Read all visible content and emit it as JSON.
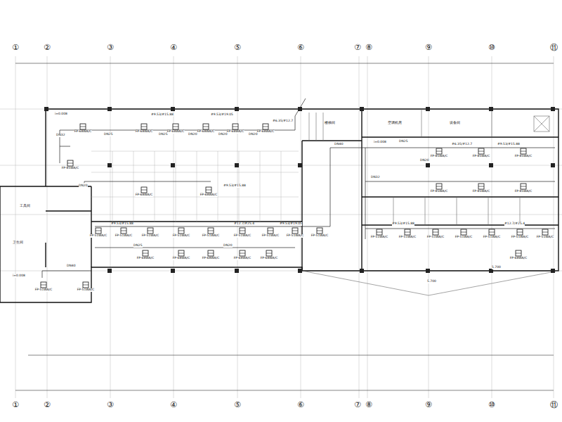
{
  "diagram": {
    "labels": [
      "①",
      "②",
      "③",
      "④",
      "⑤",
      "⑥",
      "⑦",
      "⑧",
      "⑨",
      "⑩",
      "⑪",
      "①",
      "②",
      "③",
      "④",
      "⑤",
      "⑥",
      "⑦",
      "⑧",
      "⑨",
      "⑩",
      "⑪",
      "FP-68WA/C",
      "FP-68WA/C",
      "FP-68WA/C",
      "FP-68WA/C",
      "FP-68WA/C",
      "FP-68WA/C",
      "FP-85WA/C",
      "FP-68WA/C",
      "FP-68WA/C",
      "FP-51WA/C",
      "FP-51WA/C",
      "FP-51WA/C",
      "FP-51WA/C",
      "FP-51WA/C",
      "FP-51WA/C",
      "FP-51WA/C",
      "FP-51WA/C",
      "FP-51WA/C",
      "FP-68WA/C",
      "FP-68WA/C",
      "FP-68WA/C",
      "FP-68WA/C",
      "FP-68WA/C",
      "FP-51WA/C",
      "FP-51WA/C",
      "FP-85WA/C",
      "FP-85WA/C",
      "FP-85WA/C",
      "FP-85WA/C",
      "FP-85WA/C",
      "FP-85WA/C",
      "FP-51WA/C",
      "FP-51WA/C",
      "FP-51WA/C",
      "FP-51WA/C",
      "FP-51WA/C",
      "FP-51WA/C",
      "FP-51WA/C",
      "FP-68WA/C",
      "i=0.008",
      "DN32",
      "DN25",
      "DN25",
      "DN20",
      "DN20",
      "DN20",
      "#9.53/#15.88",
      "#9.53/#19.05",
      "#6.35/#12.7",
      "#9.53/#15.88",
      "DN20",
      "#9.53/#15.88",
      "#12.7/#25.4",
      "#9.53/#19.05",
      "DN25",
      "DN20",
      "i=0.008",
      "DN25",
      "DN20",
      "#6.35/#12.7",
      "#9.53/#15.88",
      "DN32",
      "#12.7/#25.4",
      "#9.53/#15.88",
      "DN40",
      "i=0.008",
      "楼梯间",
      "空调机房",
      "设备间",
      "卫生间",
      "工具间",
      "5.700",
      "5.700",
      "DN40"
    ]
  }
}
